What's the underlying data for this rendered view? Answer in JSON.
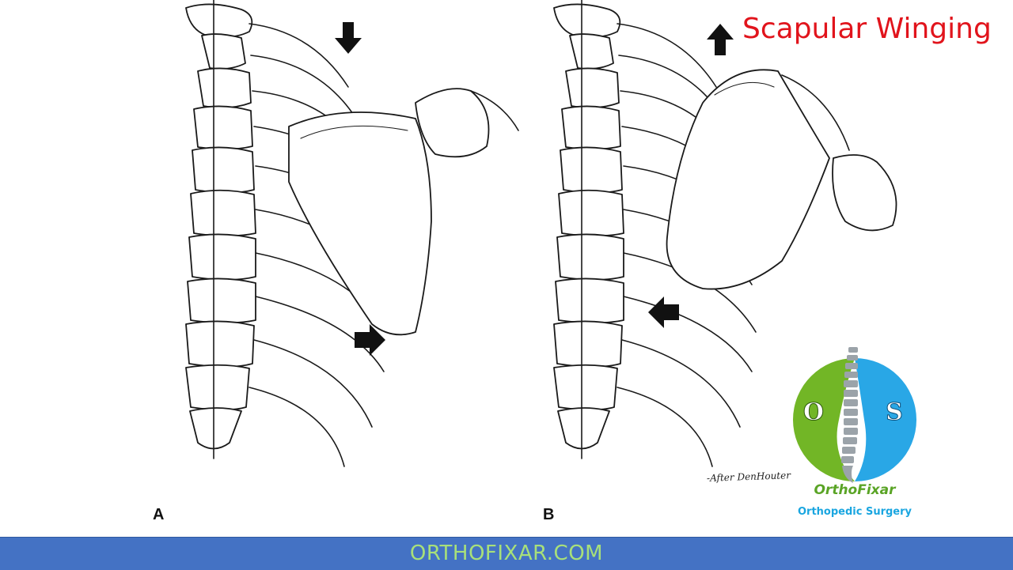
{
  "title": "Scapular Winging",
  "panels": [
    {
      "label": "A"
    },
    {
      "label": "B"
    }
  ],
  "credit": "-After DenHouter",
  "logo": {
    "left_letter": "O",
    "right_letter": "S",
    "name": "OrthoFixar",
    "tagline": "Orthopedic Surgery",
    "colors": {
      "green": "#72b626",
      "blue": "#29a7e6"
    }
  },
  "footer": {
    "text": "ORTHOFIXAR.COM",
    "background": "#4472c4",
    "text_color": "#a8e07a"
  },
  "colors": {
    "title": "#e1141c"
  }
}
